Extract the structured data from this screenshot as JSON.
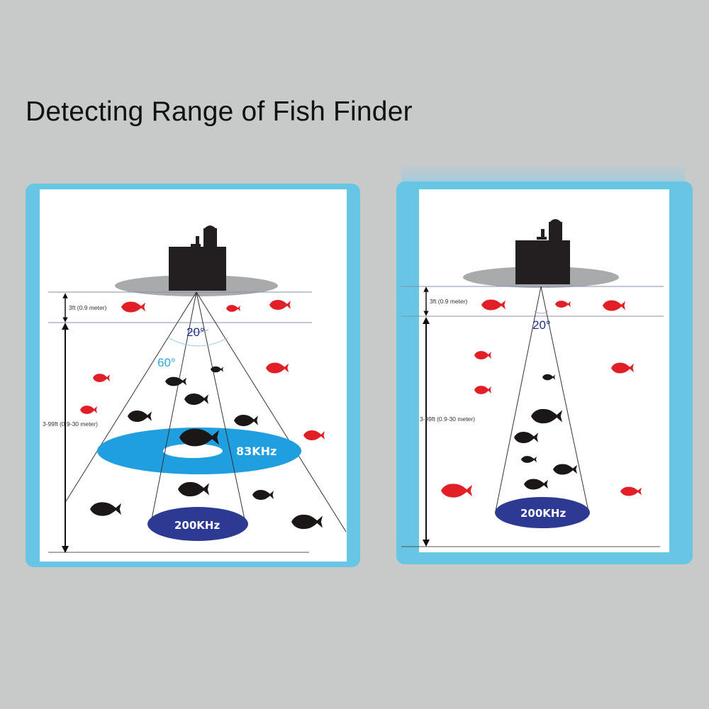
{
  "title": "Detecting Range of Fish Finder",
  "colors": {
    "background": "#c8c9c9",
    "frame": "#66c6e4",
    "beam_83khz": "#1f9ee0",
    "beam_200khz": "#2c3a94",
    "fish_red": "#e21f26",
    "fish_black": "#1a1716",
    "angle_20": "#1e2f8a",
    "angle_60": "#27a9e1"
  },
  "left_panel": {
    "shallow_depth": "3ft (0.9 meter)",
    "range_depth": "3-99ft (0.9-30 meter)",
    "angle_narrow": "20°",
    "angle_wide": "60°",
    "freq_wide": "83KHz",
    "freq_narrow": "200KHz"
  },
  "right_panel": {
    "shallow_depth": "3ft (0.9 meter)",
    "range_depth": "3-99ft (0.9-30 meter)",
    "angle_narrow": "20°",
    "freq_narrow": "200KHz"
  }
}
